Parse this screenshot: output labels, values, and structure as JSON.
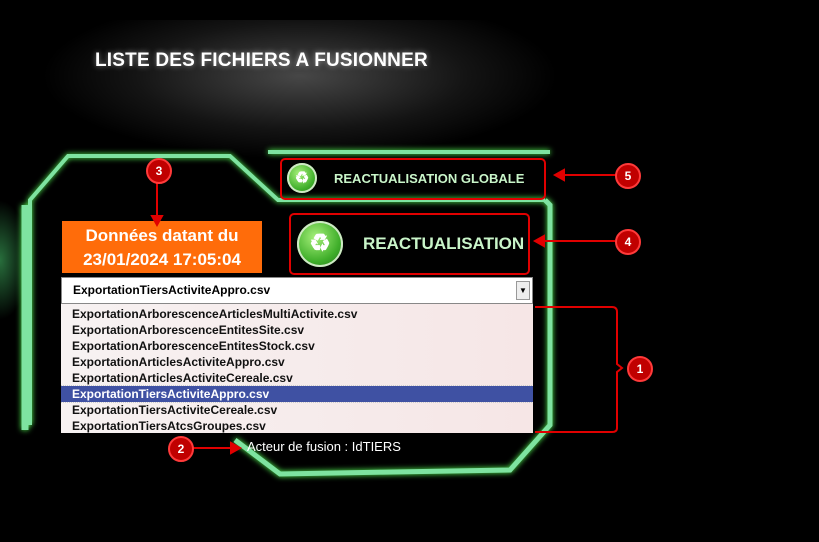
{
  "page": {
    "title": "LISTE DES FICHIERS A FUSIONNER"
  },
  "data_date": {
    "line1": "Données datant du",
    "line2": "23/01/2024 17:05:04"
  },
  "buttons": {
    "global": {
      "label": "REACTUALISATION GLOBALE",
      "icon": "recycle-icon"
    },
    "reactualisation": {
      "label": "REACTUALISATION",
      "icon": "recycle-icon"
    }
  },
  "file_select": {
    "value": "ExportationTiersActiviteAppro.csv",
    "options": [
      "ExportationArborescenceArticlesMultiActivite.csv",
      "ExportationArborescenceEntitesSite.csv",
      "ExportationArborescenceEntitesStock.csv",
      "ExportationArticlesActiviteAppro.csv",
      "ExportationArticlesActiviteCereale.csv",
      "ExportationTiersActiviteAppro.csv",
      "ExportationTiersActiviteCereale.csv",
      "ExportationTiersAtcsGroupes.csv"
    ],
    "selected_index": 5
  },
  "status": {
    "fusion_actor": "Acteur de fusion : IdTIERS"
  },
  "annotations": [
    "1",
    "2",
    "3",
    "4",
    "5"
  ],
  "colors": {
    "frame": "#7ee3a0",
    "orange": "#ff6c0a",
    "annotation": "#e00000",
    "selection": "#3f51a3"
  }
}
